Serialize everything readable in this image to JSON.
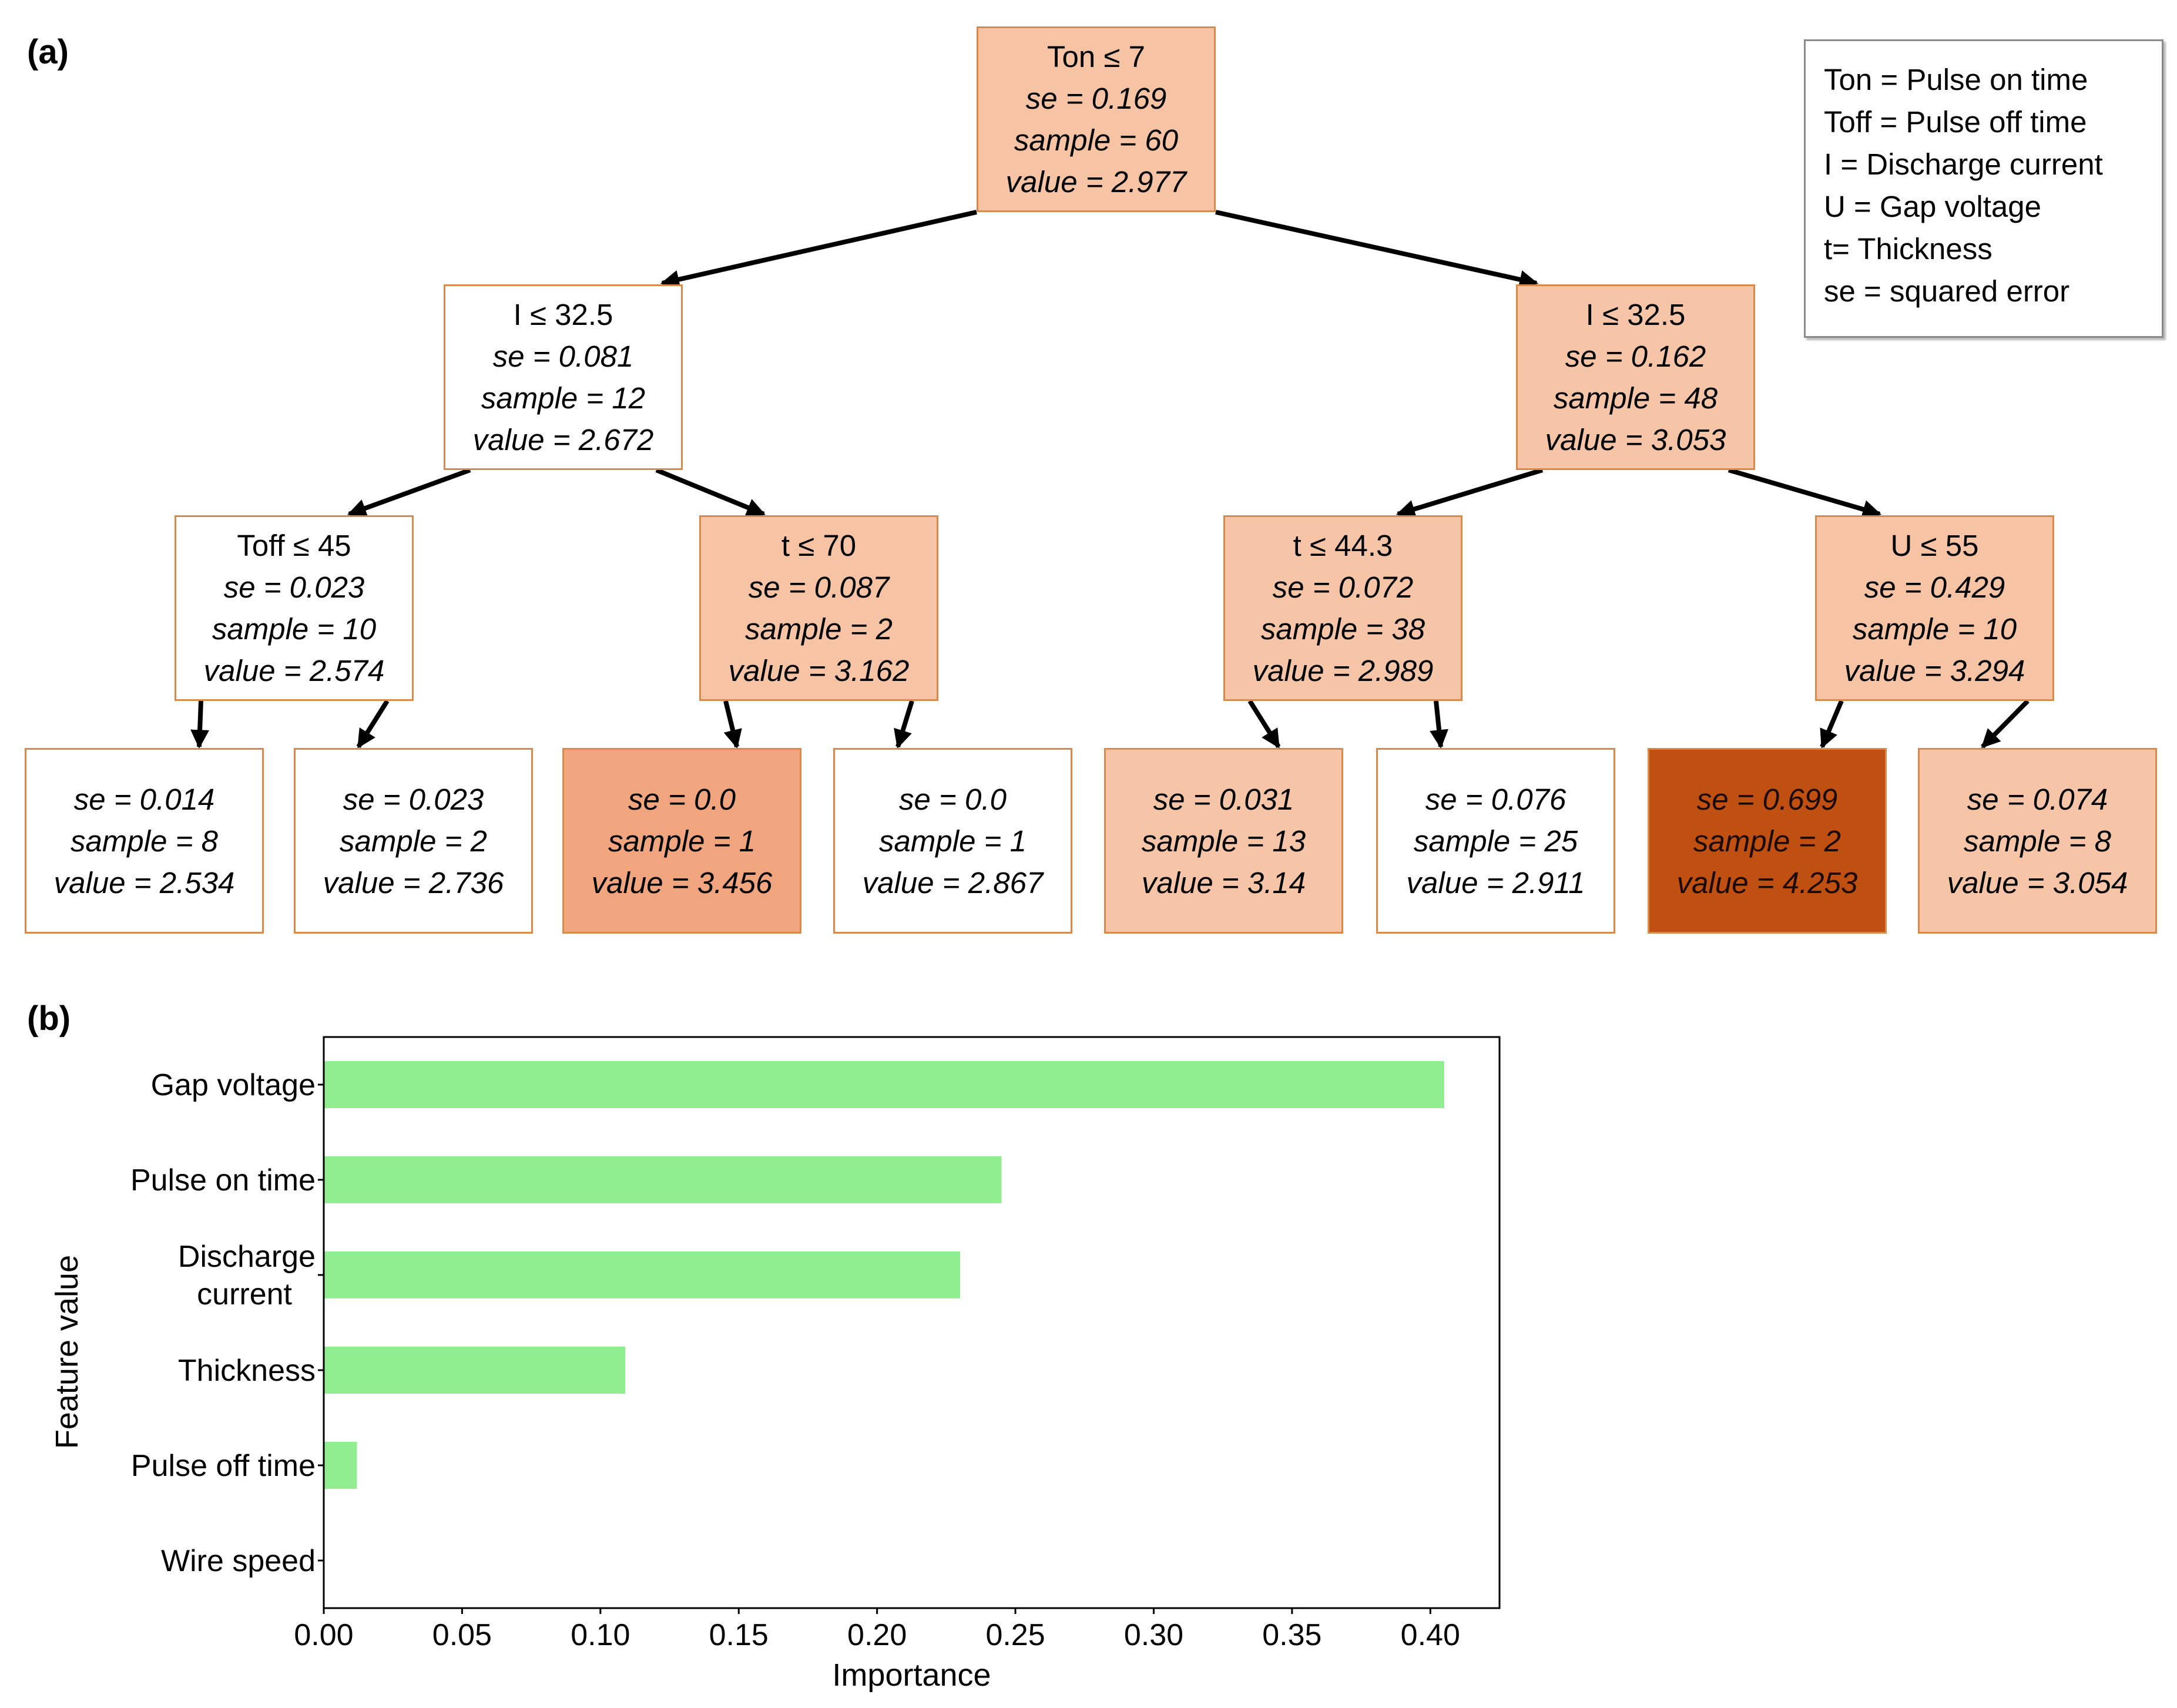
{
  "panel_labels": {
    "a": "(a)",
    "b": "(b)"
  },
  "legend": [
    "Ton = Pulse on time",
    "Toff = Pulse off time",
    "I = Discharge current",
    "U = Gap voltage",
    "t= Thickness",
    "se = squared error"
  ],
  "tree": {
    "nodes": [
      {
        "id": "root",
        "condition": "Ton ≤ 7",
        "se": "se = 0.169",
        "sample": "sample = 60",
        "value": "value = 2.977",
        "fill": "#f6c3a4"
      },
      {
        "id": "L",
        "condition": "I ≤ 32.5",
        "se": "se = 0.081",
        "sample": "sample = 12",
        "value": "value = 2.672",
        "fill": "#ffffff"
      },
      {
        "id": "R",
        "condition": "I ≤ 32.5",
        "se": "se = 0.162",
        "sample": "sample = 48",
        "value": "value = 3.053",
        "fill": "#f6c5a8"
      },
      {
        "id": "LL",
        "condition": "Toff ≤ 45",
        "se": "se = 0.023",
        "sample": "sample = 10",
        "value": "value = 2.574",
        "fill": "#ffffff"
      },
      {
        "id": "LR",
        "condition": "t ≤ 70",
        "se": "se = 0.087",
        "sample": "sample = 2",
        "value": "value = 3.162",
        "fill": "#f6c3a4"
      },
      {
        "id": "RL",
        "condition": "t ≤ 44.3",
        "se": "se = 0.072",
        "sample": "sample = 38",
        "value": "value = 2.989",
        "fill": "#f6c5a8"
      },
      {
        "id": "RR",
        "condition": "U ≤ 55",
        "se": "se = 0.429",
        "sample": "sample = 10",
        "value": "value = 3.294",
        "fill": "#f6c3a4"
      },
      {
        "id": "LLL",
        "condition": "",
        "se": "se = 0.014",
        "sample": "sample = 8",
        "value": "value = 2.534",
        "fill": "#ffffff"
      },
      {
        "id": "LLR",
        "condition": "",
        "se": "se = 0.023",
        "sample": "sample = 2",
        "value": "value = 2.736",
        "fill": "#ffffff"
      },
      {
        "id": "LRL",
        "condition": "",
        "se": "se = 0.0",
        "sample": "sample = 1",
        "value": "value = 3.456",
        "fill": "#f0a57e"
      },
      {
        "id": "LRR",
        "condition": "",
        "se": "se = 0.0",
        "sample": "sample = 1",
        "value": "value = 2.867",
        "fill": "#ffffff"
      },
      {
        "id": "RLL",
        "condition": "",
        "se": "se = 0.031",
        "sample": "sample = 13",
        "value": "value = 3.14",
        "fill": "#f6c5a8"
      },
      {
        "id": "RLR",
        "condition": "",
        "se": "se = 0.076",
        "sample": "sample = 25",
        "value": "value = 2.911",
        "fill": "#ffffff"
      },
      {
        "id": "RRL",
        "condition": "",
        "se": "se = 0.699",
        "sample": "sample = 2",
        "value": "value = 4.253",
        "fill": "#c04f12"
      },
      {
        "id": "RRR",
        "condition": "",
        "se": "se = 0.074",
        "sample": "sample = 8",
        "value": "value = 3.054",
        "fill": "#f6c5a8"
      }
    ],
    "edges": [
      [
        "root",
        "L"
      ],
      [
        "root",
        "R"
      ],
      [
        "L",
        "LL"
      ],
      [
        "L",
        "LR"
      ],
      [
        "R",
        "RL"
      ],
      [
        "R",
        "RR"
      ],
      [
        "LL",
        "LLL"
      ],
      [
        "LL",
        "LLR"
      ],
      [
        "LR",
        "LRL"
      ],
      [
        "LR",
        "LRR"
      ],
      [
        "RL",
        "RLL"
      ],
      [
        "RL",
        "RLR"
      ],
      [
        "RR",
        "RRL"
      ],
      [
        "RR",
        "RRR"
      ]
    ]
  },
  "chart_data": {
    "type": "bar",
    "orientation": "horizontal",
    "categories": [
      "Gap voltage",
      "Pulse on time",
      "Discharge current",
      "Thickness",
      "Pulse off time",
      "Wire speed"
    ],
    "category_lines": [
      [
        "Gap voltage"
      ],
      [
        "Pulse on time"
      ],
      [
        "Discharge",
        "current"
      ],
      [
        "Thickness"
      ],
      [
        "Pulse off time"
      ],
      [
        "Wire speed"
      ]
    ],
    "values": [
      0.405,
      0.245,
      0.23,
      0.109,
      0.012,
      0.0
    ],
    "xlabel": "Importance",
    "ylabel": "Feature value",
    "xlim": [
      0,
      0.425
    ],
    "xticks": [
      0.0,
      0.05,
      0.1,
      0.15,
      0.2,
      0.25,
      0.3,
      0.35,
      0.4
    ],
    "xtick_labels": [
      "0.00",
      "0.05",
      "0.10",
      "0.15",
      "0.20",
      "0.25",
      "0.30",
      "0.35",
      "0.40"
    ],
    "bar_color": "#90ee90",
    "grid": false
  }
}
